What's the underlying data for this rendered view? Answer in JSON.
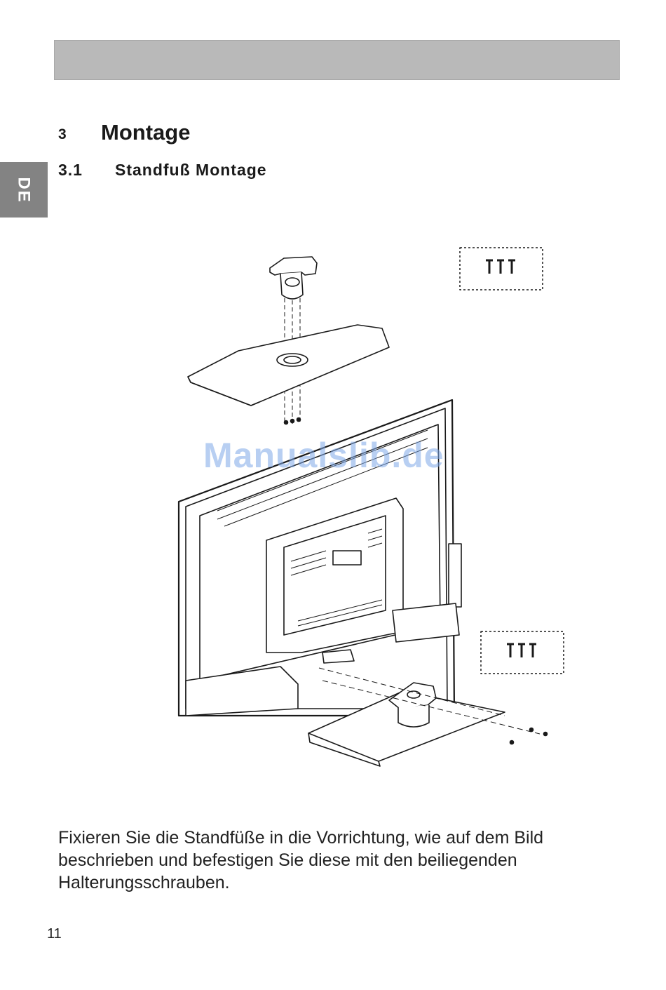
{
  "language_tab": "DE",
  "section": {
    "number": "3",
    "title": "Montage"
  },
  "subsection": {
    "number": "3.1",
    "title": "Standfuß Montage"
  },
  "figure": {
    "description_icons": [
      "screw-icon",
      "tv-back-icon",
      "stand-base-icon"
    ],
    "screw_box_count": 3
  },
  "watermark": "Manualslib.de",
  "body_text": "Fixieren Sie die Standfüße in die Vorrichtung, wie auf dem Bild beschrieben und befestigen Sie diese mit den beiliegenden Halterungsschrauben.",
  "page_number": "11"
}
